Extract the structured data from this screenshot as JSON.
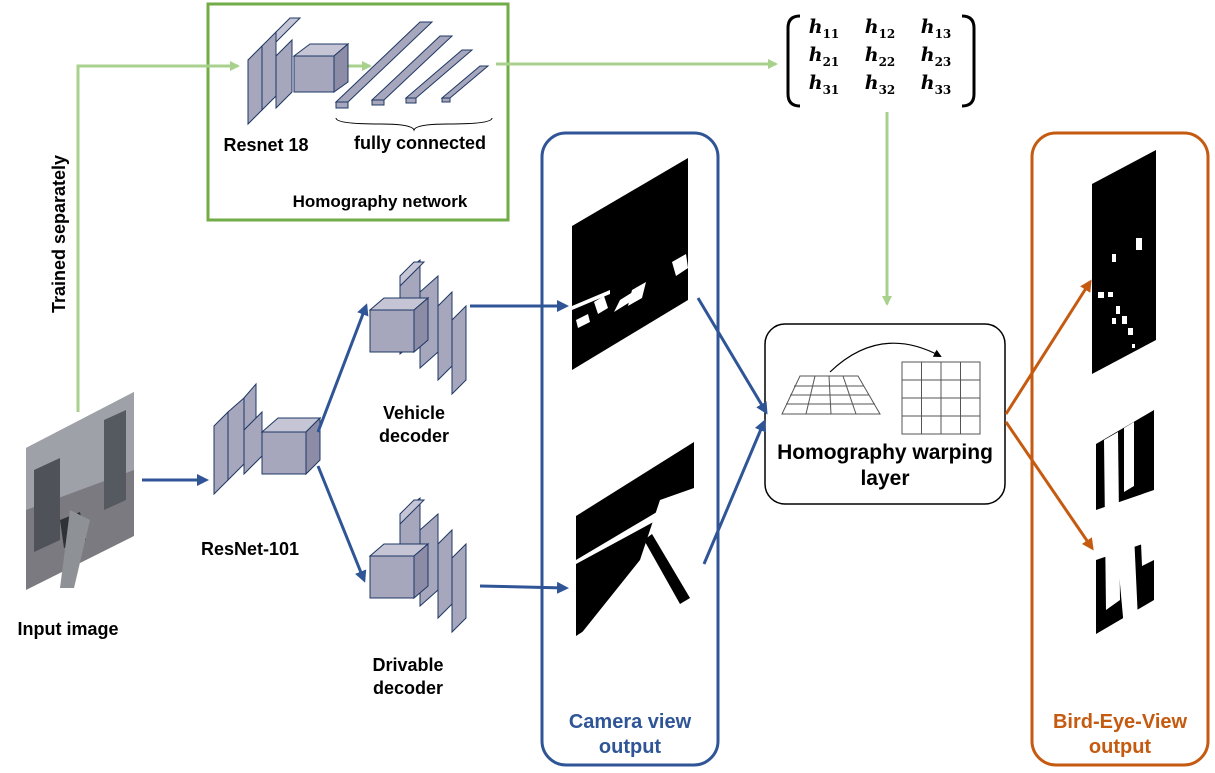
{
  "labels": {
    "trained_separately": "Trained separately",
    "resnet18": "Resnet 18",
    "fully_connected": "fully connected",
    "homography_network": "Homography network",
    "input_image": "Input image",
    "resnet101": "ResNet-101",
    "vehicle_decoder": "Vehicle decoder",
    "drivable_decoder": "Drivable decoder",
    "camera_view_output": "Camera view output",
    "homography_warping_layer": "Homography warping layer",
    "bev_output": "Bird-Eye-View output"
  },
  "matrix": {
    "rows": [
      [
        {
          "base": "h",
          "sub": "11"
        },
        {
          "base": "h",
          "sub": "12"
        },
        {
          "base": "h",
          "sub": "13"
        }
      ],
      [
        {
          "base": "h",
          "sub": "21"
        },
        {
          "base": "h",
          "sub": "22"
        },
        {
          "base": "h",
          "sub": "23"
        }
      ],
      [
        {
          "base": "h",
          "sub": "31"
        },
        {
          "base": "h",
          "sub": "32"
        },
        {
          "base": "h",
          "sub": "33"
        }
      ]
    ]
  },
  "colors": {
    "green_box": "#70ad47",
    "green_arrow": "#a9d18e",
    "blue_arrow": "#2f5597",
    "camera_box": "#2f5597",
    "bev_box": "#c55a11",
    "block_fill": "#a6a6bc",
    "block_stroke": "#1f3864"
  }
}
